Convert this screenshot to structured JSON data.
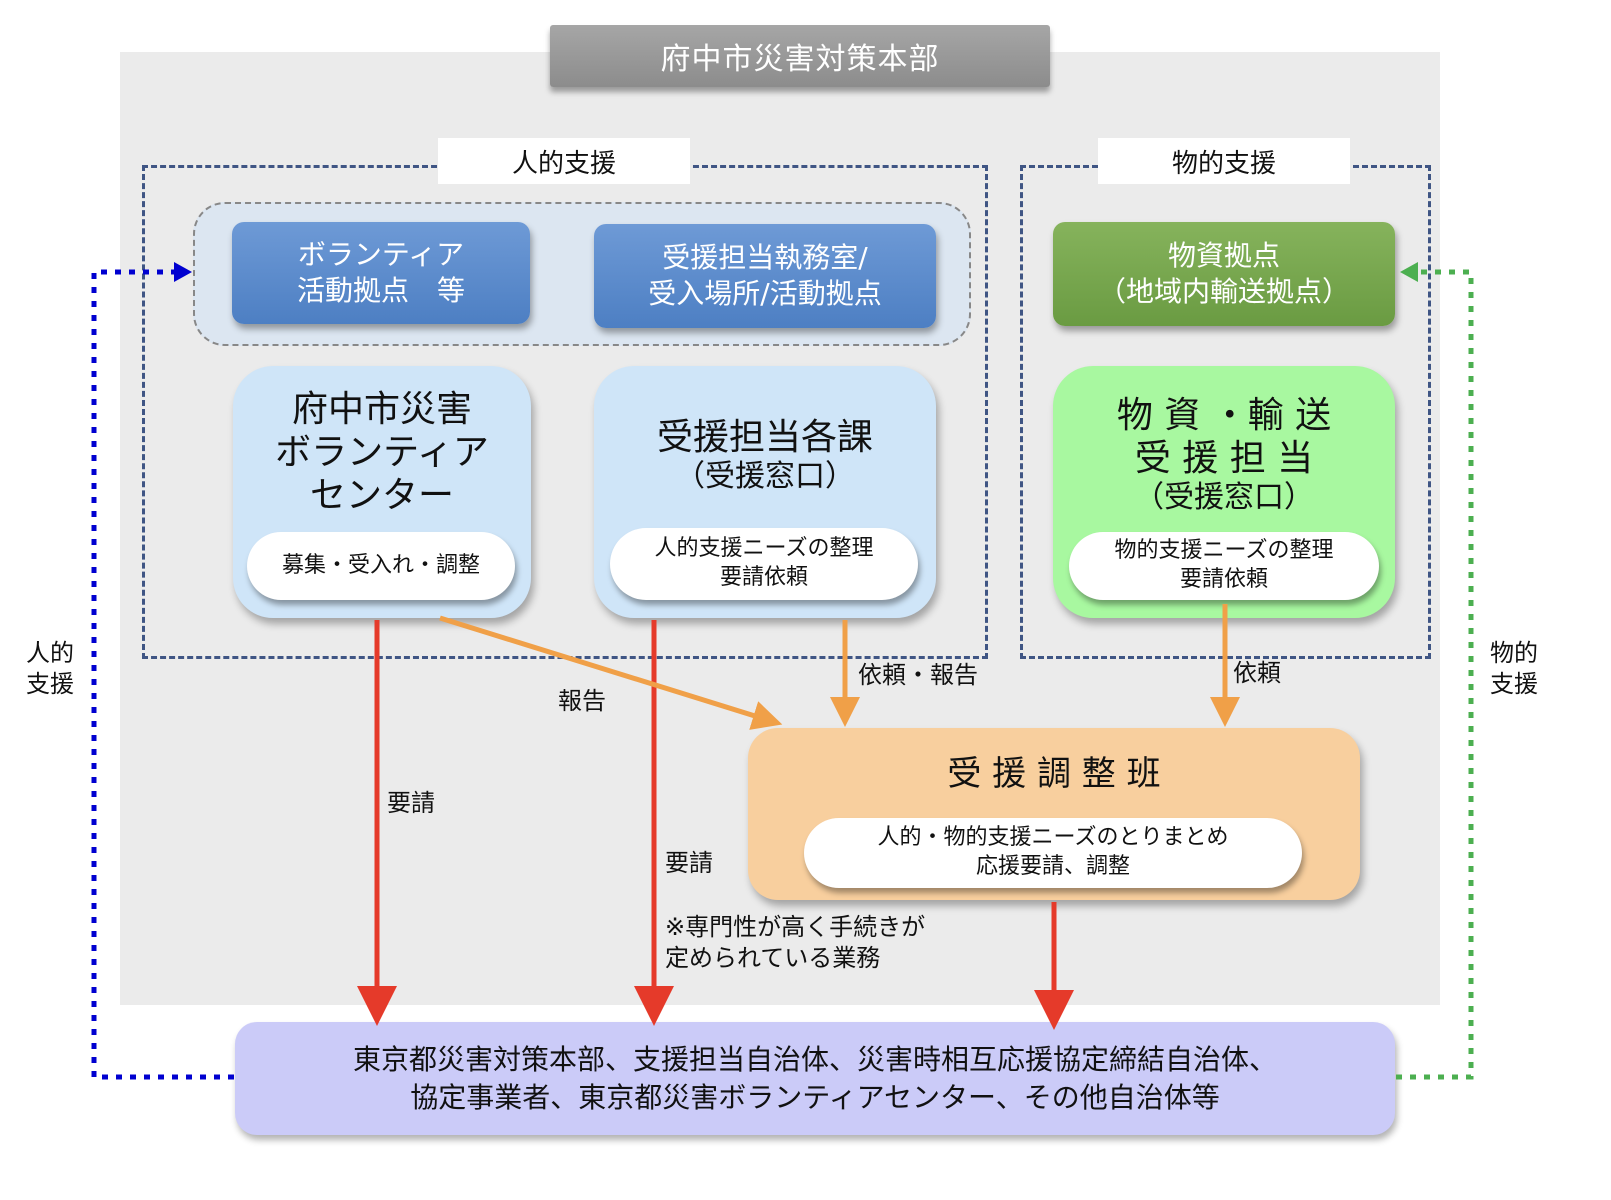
{
  "title": "府中市災害対策本部",
  "groups": {
    "human": {
      "label": "人的支援",
      "bases": [
        {
          "line1": "ボランティア",
          "line2": "活動拠点　等"
        },
        {
          "line1": "受援担当執務室/",
          "line2": "受入場所/活動拠点"
        }
      ],
      "cards": [
        {
          "title_lines": [
            "府中市災害",
            "ボランティア",
            "センター"
          ],
          "pill_lines": [
            "募集・受入れ・調整"
          ]
        },
        {
          "title_lines": [
            "受援担当各課",
            "（受援窓口）"
          ],
          "pill_lines": [
            "人的支援ニーズの整理",
            "要請依頼"
          ]
        }
      ]
    },
    "material": {
      "label": "物的支援",
      "base": {
        "line1": "物資拠点",
        "line2": "（地域内輸送拠点）"
      },
      "card": {
        "title_lines": [
          "物 資 ・輸 送",
          "受 援 担 当",
          "（受援窓口）"
        ],
        "pill_lines": [
          "物的支援ニーズの整理",
          "要請依頼"
        ]
      }
    }
  },
  "coordination": {
    "title": "受 援 調 整 班",
    "pill_lines": [
      "人的・物的支援ニーズのとりまとめ",
      "応援要請、調整"
    ]
  },
  "external": {
    "lines": [
      "東京都災害対策本部、支援担当自治体、災害時相互応援協定締結自治体、",
      "協定事業者、東京都災害ボランティアセンター、その他自治体等"
    ]
  },
  "edge_labels": {
    "report": "報告",
    "request_report": "依頼・報告",
    "request_material": "依頼",
    "youbou_1": "要請",
    "youbou_2": "要請",
    "note_lines": [
      "※専門性が高く手続きが",
      "定められている業務"
    ],
    "left_side": [
      "人的",
      "支援"
    ],
    "right_side": [
      "物的",
      "支援"
    ]
  },
  "colors": {
    "request_arrow": "#e53a2a",
    "report_arrow": "#f0a048",
    "human_flow": "#0000d0",
    "material_flow": "#4caf50",
    "group_border": "#3f5584"
  }
}
